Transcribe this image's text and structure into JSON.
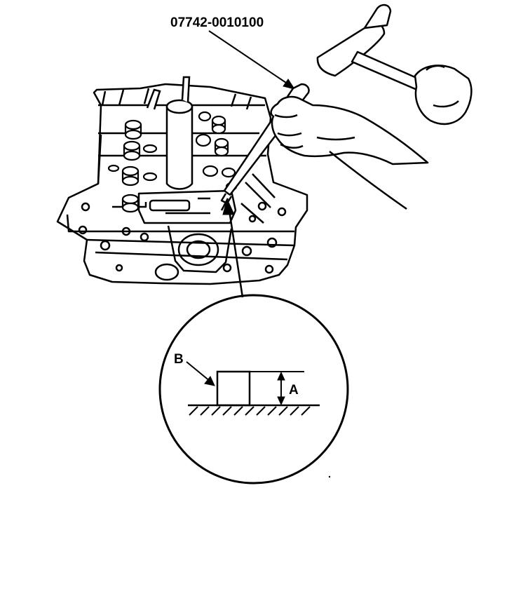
{
  "figure": {
    "part_number": "07742-0010100",
    "detail_label_b": "B",
    "detail_label_a": "A"
  },
  "colors": {
    "ink": "#000000",
    "paper": "#ffffff"
  },
  "icons": [
    "hammer-icon",
    "hand-icon",
    "driver-tool-icon",
    "cylinder-head-icon",
    "detail-circle-icon"
  ]
}
